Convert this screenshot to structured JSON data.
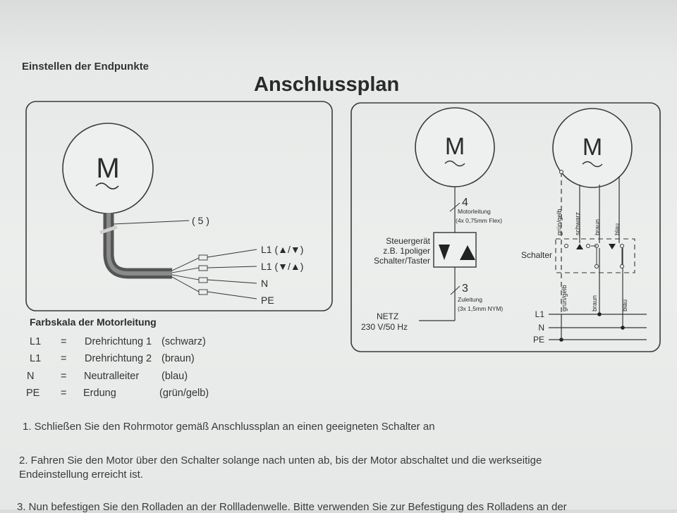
{
  "heading": "Einstellen der Endpunkte",
  "title": "Anschlussplan",
  "diagram_left": {
    "motor_symbol": "M",
    "cable_ref": "( 5 )",
    "wires": [
      "L1 (▲/▼)",
      "L1 (▼/▲)",
      "N",
      "PE"
    ]
  },
  "diagram_right": {
    "motor1_symbol": "M",
    "motor2_symbol": "M",
    "motorleitung_num": "4",
    "motorleitung_label": "Motorleitung",
    "motorleitung_spec": "(4x 0,75mm Flex)",
    "controller_lines": [
      "Steuergerät",
      "z.B. 1poliger",
      "Schalter/Taster"
    ],
    "zuleitung_num": "3",
    "zuleitung_label": "Zuleitung",
    "zuleitung_spec": "(3x 1,5mm NYM)",
    "netz_label": "NETZ",
    "netz_spec": "230 V/50 Hz",
    "switch_label": "Schalter",
    "wire_colors_top": [
      "grün/gelb",
      "schwarz",
      "braun",
      "blau"
    ],
    "wire_colors_bottom": [
      "grün/gelb",
      "braun",
      "blau"
    ],
    "bus": [
      "L1",
      "N",
      "PE"
    ]
  },
  "legend": {
    "title": "Farbskala der Motorleitung",
    "rows": [
      {
        "code": "L1",
        "eq": "=",
        "name": "Drehrichtung 1",
        "color": "(schwarz)"
      },
      {
        "code": "L1",
        "eq": "=",
        "name": "Drehrichtung 2",
        "color": "(braun)"
      },
      {
        "code": "N",
        "eq": "=",
        "name": "Neutralleiter",
        "color": "(blau)"
      },
      {
        "code": "PE",
        "eq": "=",
        "name": "Erdung",
        "color": "(grün/gelb)"
      }
    ]
  },
  "instructions": [
    "1. Schließen Sie den Rohrmotor gemäß Anschlussplan an einen geeigneten Schalter an",
    "2. Fahren Sie den Motor über den Schalter solange nach unten ab, bis der Motor abschaltet und die werkseitige",
    "Endeinstellung erreicht ist.",
    "3. Nun befestigen Sie den Rolladen an der Rollladenwelle. Bitte verwenden Sie zur Befestigung des Rolladens an der"
  ]
}
